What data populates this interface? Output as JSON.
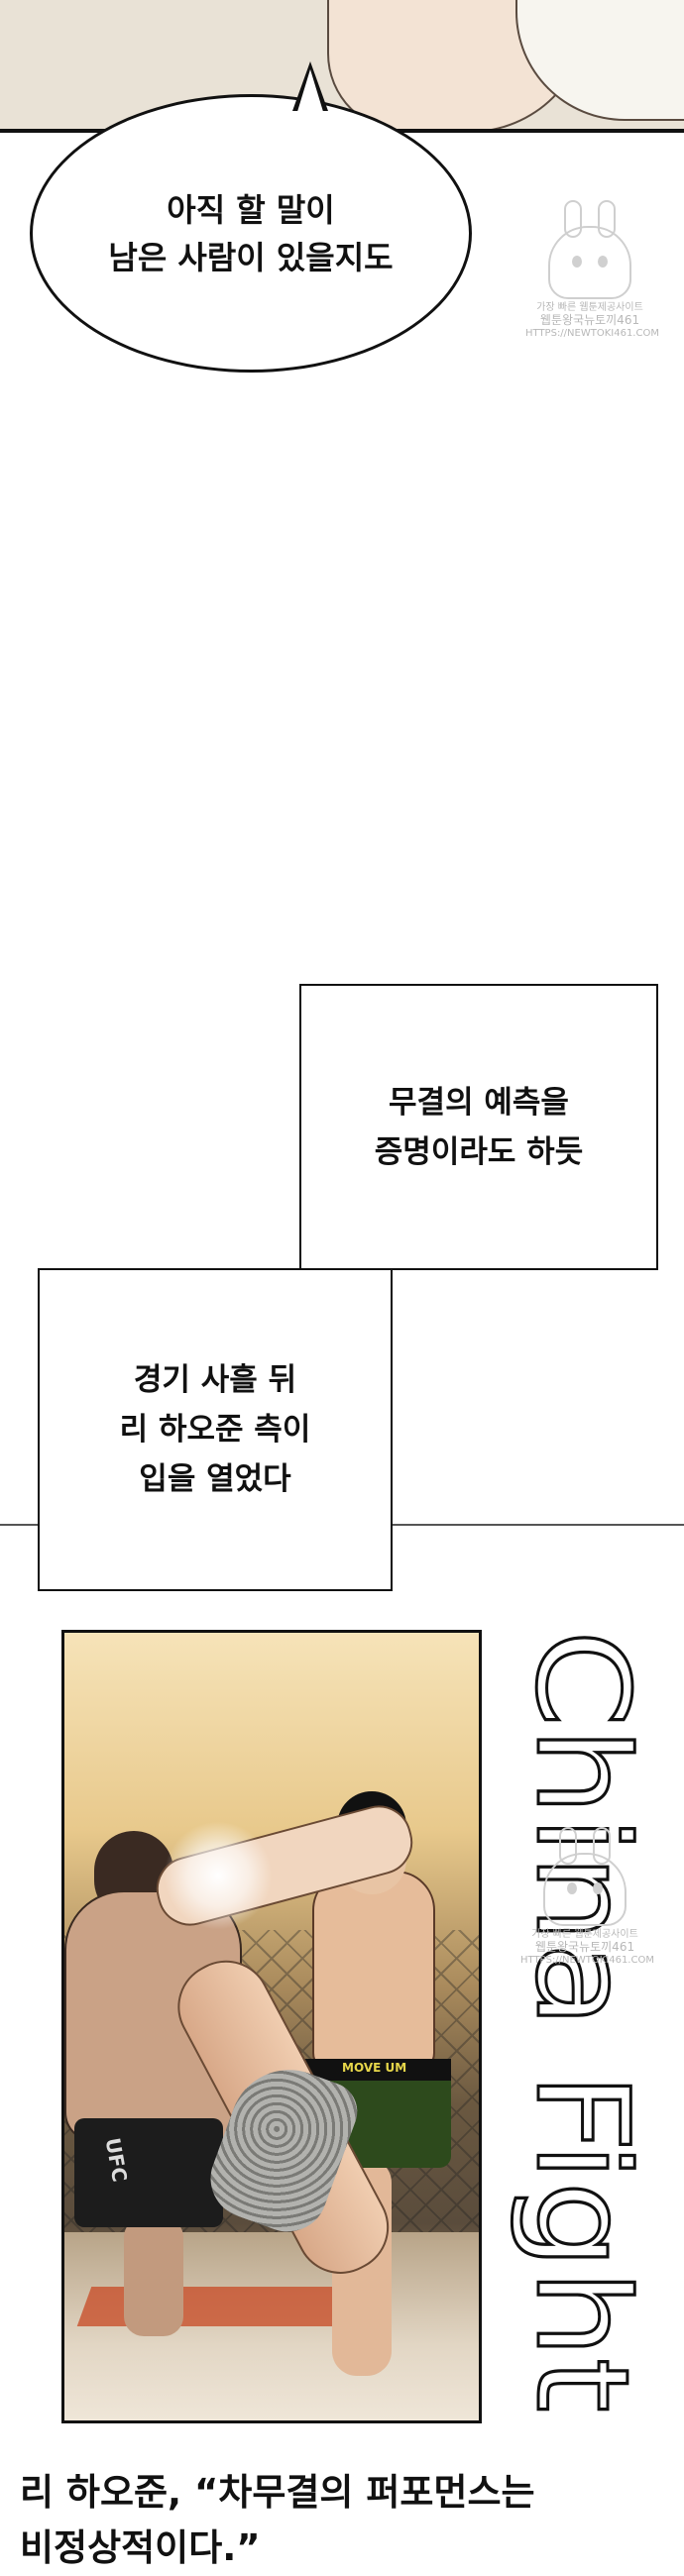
{
  "speech_bubble": {
    "lines": [
      "아직 할 말이",
      "남은 사람이 있을지도"
    ]
  },
  "watermark": {
    "line1": "가장 빠른 웹툰제공사이트",
    "line2": "웹툰왕국뉴토끼461",
    "line3": "HTTPS://NEWTOKI461.COM"
  },
  "caption_1": {
    "lines": [
      "무결의 예측을",
      "증명이라도 하듯"
    ]
  },
  "caption_2": {
    "lines": [
      "경기 사흘 뒤",
      "리 하오준 측이",
      "입을 열었다"
    ]
  },
  "fight_panel": {
    "shorts_left_text": "UFC",
    "shorts_right_text": "MOVE UM"
  },
  "vertical_title": "China Fight",
  "headline": {
    "line1": "리 하오준, “차무결의 퍼포먼스는",
    "line2": "비정상적이다.”"
  }
}
